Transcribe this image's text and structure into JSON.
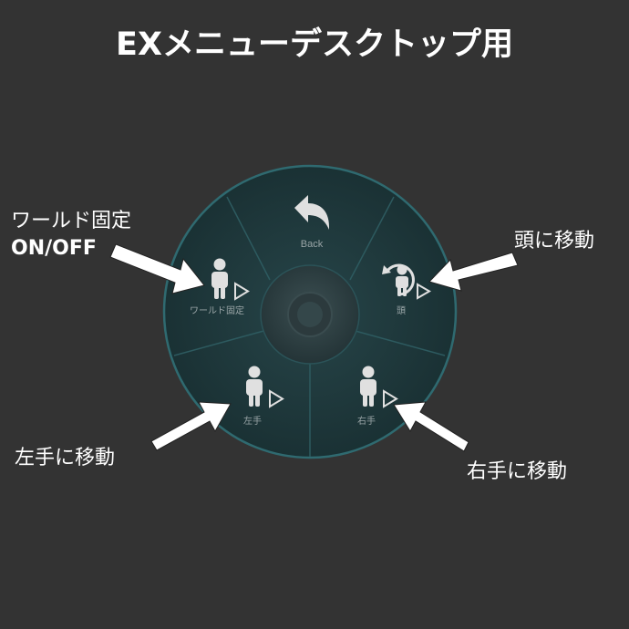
{
  "title": "EXメニューデスクトップ用",
  "colors": {
    "background": "#333333",
    "wheel_fill": "#1f3b3f",
    "wheel_rim": "#2f6a70",
    "segment_line": "#2e5d62",
    "hub": "#2a3e42",
    "icon": "#e0e0e0",
    "label": "#9aa5a7",
    "callout_text": "#ffffff",
    "arrow_fill": "#ffffff",
    "arrow_stroke": "#222222"
  },
  "wheel": {
    "back": {
      "label": "Back",
      "icon": "back-arrow-icon"
    },
    "world_fixed": {
      "label": "ワールド固定",
      "icon": "person-icon"
    },
    "head": {
      "label": "頭",
      "icon": "person-rotate-icon"
    },
    "left_hand": {
      "label": "左手",
      "icon": "person-icon"
    },
    "right_hand": {
      "label": "右手",
      "icon": "person-icon"
    },
    "submenu_icon": "play-triangle-icon"
  },
  "callouts": {
    "world_fixed_line1": "ワールド固定",
    "world_fixed_line2": "ON/OFF",
    "head": "頭に移動",
    "left_hand": "左手に移動",
    "right_hand": "右手に移動"
  }
}
